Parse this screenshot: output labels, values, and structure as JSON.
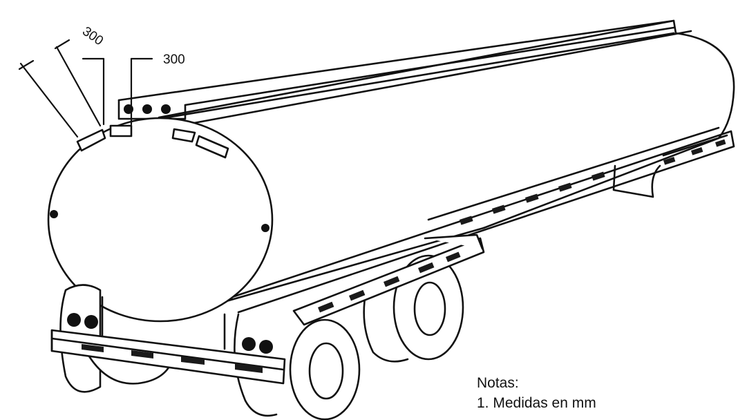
{
  "dimensions": {
    "angled_label": "300",
    "horizontal_label": "300"
  },
  "notes": {
    "heading": "Notas:",
    "items": [
      "1. Medidas en mm"
    ]
  },
  "colors": {
    "line": "#111111",
    "reflective_tape": "#1a1a1a",
    "background": "#ffffff"
  }
}
